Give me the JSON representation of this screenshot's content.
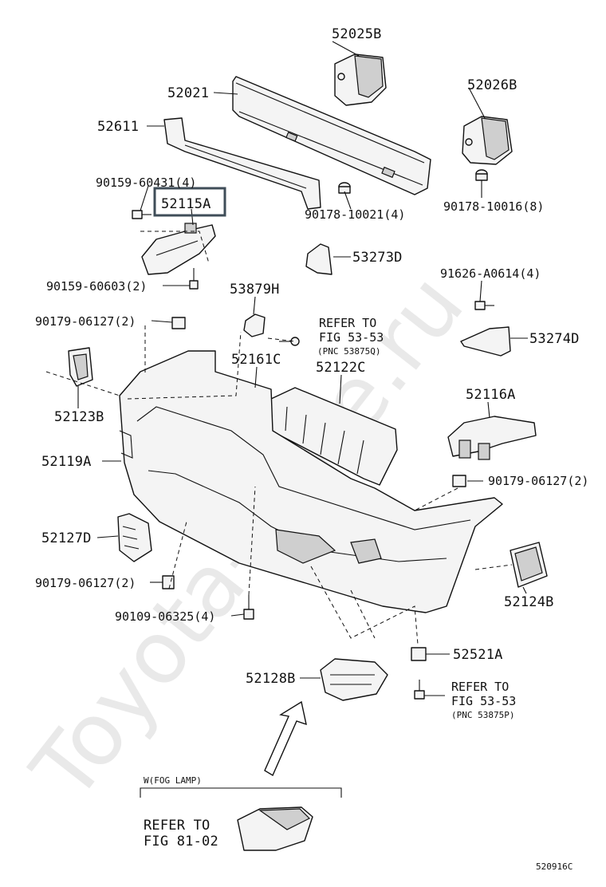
{
  "watermark": "Toyota-Mine.ru",
  "diagram_id": "520916C",
  "highlighted_part": "52115A",
  "labels": {
    "p52025B": "52025B",
    "p52021": "52021",
    "p52026B": "52026B",
    "p52611": "52611",
    "p90159_60431": "90159-60431(4)",
    "p52115A": "52115A",
    "p90178_10021": "90178-10021(4)",
    "p90178_10016": "90178-10016(8)",
    "p53273D": "53273D",
    "p90159_60603": "90159-60603(2)",
    "p53879H": "53879H",
    "p91626_A0614": "91626-A0614(4)",
    "p90179_06127_a": "90179-06127(2)",
    "refer1_line1": "REFER TO",
    "refer1_line2": "FIG 53-53",
    "refer1_line3": "(PNC 53875Q)",
    "p53274D": "53274D",
    "p52161C": "52161C",
    "p52122C": "52122C",
    "p52123B": "52123B",
    "p52116A": "52116A",
    "p52119A": "52119A",
    "p90179_06127_b": "90179-06127(2)",
    "p52127D": "52127D",
    "p90179_06127_c": "90179-06127(2)",
    "p52124B": "52124B",
    "p90109_06325": "90109-06325(4)",
    "p52521A": "52521A",
    "p52128B": "52128B",
    "refer2_line1": "REFER TO",
    "refer2_line2": "FIG 53-53",
    "refer2_line3": "(PNC 53875P)",
    "fog_group": "W(FOG LAMP)",
    "refer3_line1": "REFER TO",
    "refer3_line2": "FIG 81-02"
  }
}
